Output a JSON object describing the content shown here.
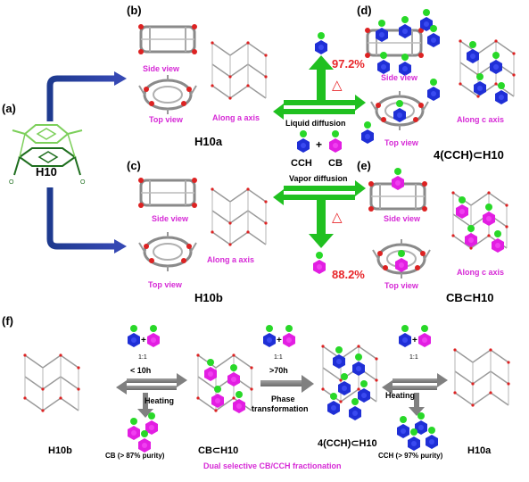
{
  "panels": {
    "a": {
      "letter": "(a)",
      "molecule": "H10"
    },
    "b": {
      "letter": "(b)",
      "side_view": "Side view",
      "top_view": "Top view",
      "axis_view": "Along a axis",
      "caption": "H10a"
    },
    "c": {
      "letter": "(c)",
      "side_view": "Side view",
      "top_view": "Top view",
      "axis_view": "Along a axis",
      "caption": "H10b"
    },
    "d": {
      "letter": "(d)",
      "side_view": "Side view",
      "top_view": "Top view",
      "axis_view": "Along c axis",
      "caption": "4(CCH)⊂H10"
    },
    "e": {
      "letter": "(e)",
      "side_view": "Side view",
      "top_view": "Top view",
      "axis_view": "Along c axis",
      "caption": "CB⊂H10"
    },
    "f": {
      "letter": "(f)"
    }
  },
  "center": {
    "liquid_diffusion": "Liquid diffusion",
    "vapor_diffusion": "Vapor diffusion",
    "yield_cch": "97.2%",
    "yield_cb": "88.2%",
    "heat_symbol": "△",
    "plus": "+",
    "cch": "CCH",
    "cb": "CB"
  },
  "process": {
    "left_ratio": "1:1",
    "left_time": "< 10h",
    "left_action": "Heating",
    "middle_ratio": "1:1",
    "middle_time": ">70h",
    "middle_action_1": "Phase",
    "middle_action_2": "transformation",
    "right_ratio": "1:1",
    "right_action": "Heating",
    "stage_1": "H10b",
    "stage_2": "CB⊂H10",
    "stage_3": "4(CCH)⊂H10",
    "stage_4": "H10a",
    "product_cb": "CB (> 87% purity)",
    "product_cch": "CCH (> 97% purity)",
    "footer": "Dual selective CB/CCH fractionation"
  },
  "colors": {
    "label_magenta": "#d62ad6",
    "arrow_green": "#20c020",
    "arrow_blue": "#2c3f9e",
    "arrow_gray": "#808080",
    "yield_red": "#e8262a",
    "cch_blue": "#1f2fd6",
    "cb_magenta": "#e21ee2",
    "atom_green": "#28d828"
  }
}
